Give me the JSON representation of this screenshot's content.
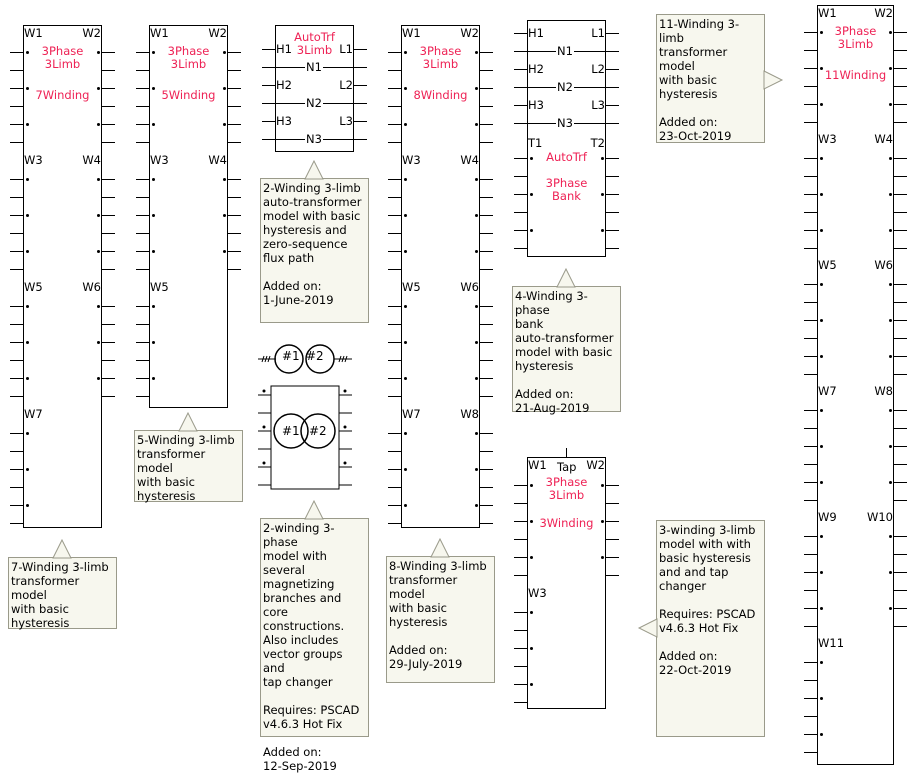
{
  "blocks": [
    {
      "id": "xfmr-7winding",
      "title": "3Phase\n3Limb",
      "subtitle": "7Winding",
      "windings": [
        "W1",
        "W2",
        "W3",
        "W4",
        "W5",
        "W6",
        "W7"
      ]
    },
    {
      "id": "xfmr-5winding",
      "title": "3Phase\n3Limb",
      "subtitle": "5Winding",
      "windings": [
        "W1",
        "W2",
        "W3",
        "W4",
        "W5"
      ]
    },
    {
      "id": "autotrf-3limb",
      "title": "AutoTrf\n3Limb",
      "pins": [
        "H1",
        "L1",
        "N1",
        "H2",
        "L2",
        "N2",
        "H3",
        "L3",
        "N3"
      ]
    },
    {
      "id": "xfmr-8winding",
      "title": "3Phase\n3Limb",
      "subtitle": "8Winding",
      "windings": [
        "W1",
        "W2",
        "W3",
        "W4",
        "W5",
        "W6",
        "W7",
        "W8"
      ]
    },
    {
      "id": "autotrf-bank",
      "title": "AutoTrf\n\n3Phase\nBank",
      "pins": [
        "H1",
        "L1",
        "N1",
        "H2",
        "L2",
        "N2",
        "H3",
        "L3",
        "N3",
        "T1",
        "T2"
      ]
    },
    {
      "id": "xfmr-3winding",
      "title": "3Phase\n3Limb",
      "subtitle": "3Winding",
      "tap": "Tap",
      "windings": [
        "W1",
        "W2",
        "W3"
      ]
    },
    {
      "id": "xfmr-11winding",
      "title": "3Phase\n3Limb",
      "subtitle": "11Winding",
      "windings": [
        "W1",
        "W2",
        "W3",
        "W4",
        "W5",
        "W6",
        "W7",
        "W8",
        "W9",
        "W10",
        "W11"
      ]
    },
    {
      "id": "xfmr-2winding",
      "coils": [
        "#1",
        "#2"
      ]
    }
  ],
  "tooltips": [
    "7-Winding 3-limb\ntransformer model\nwith basic\nhysteresis",
    "5-Winding 3-limb\ntransformer model\nwith basic\nhysteresis",
    "2-Winding 3-limb\nauto-transformer\nmodel with basic\nhysteresis and\nzero-sequence\nflux path\n\nAdded on:\n1-June-2019",
    "2-winding 3-phase\nmodel with several\nmagnetizing\nbranches and core\nconstructions.\nAlso includes\nvector groups and\ntap changer\n\nRequires: PSCAD\nv4.6.3 Hot Fix\n\nAdded on:\n12-Sep-2019",
    "8-Winding 3-limb\ntransformer model\nwith basic\nhysteresis\n\nAdded on:\n29-July-2019",
    "4-Winding 3-phase\nbank\nauto-transformer\nmodel with basic\nhysteresis\n\nAdded on:\n21-Aug-2019",
    "11-Winding 3-limb\ntransformer model\nwith basic\nhysteresis\n\nAdded on:\n23-Oct-2019",
    "3-winding 3-limb\nmodel with with\nbasic hysteresis\nand and tap\nchanger\n\nRequires: PSCAD\nv4.6.3 Hot Fix\n\nAdded on:\n22-Oct-2019"
  ]
}
